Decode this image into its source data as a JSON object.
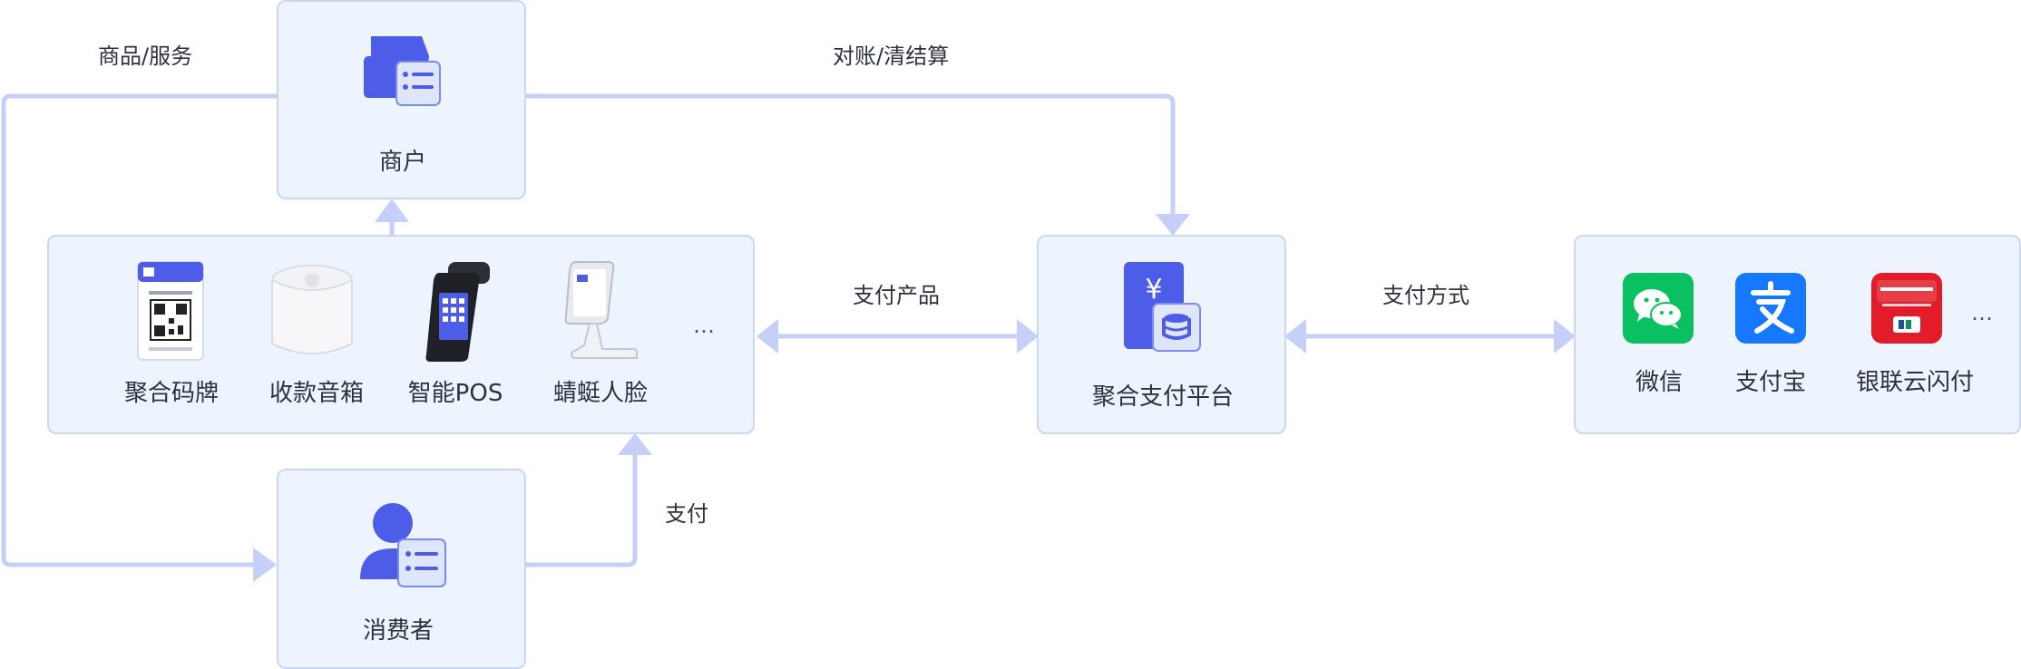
{
  "nodes": {
    "merchant": "商户",
    "consumer": "消费者",
    "platform": "聚合支付平台"
  },
  "devices": {
    "items": [
      "聚合码牌",
      "收款音箱",
      "智能POS",
      "蜻蜓人脸"
    ],
    "more": "…"
  },
  "methods": {
    "items": [
      "微信",
      "支付宝",
      "银联云闪付"
    ],
    "more": "…"
  },
  "edges": {
    "goods_service": "商品/服务",
    "reconcile": "对账/清结算",
    "pay_products": "支付产品",
    "pay_methods": "支付方式",
    "pay": "支付"
  },
  "colors": {
    "line": "#c5cff7",
    "accent": "#4d5de8",
    "wechat": "#09c160",
    "alipay": "#1677ff",
    "unionpay": "#e31c2a"
  },
  "icons": {
    "merchant": "store-icon",
    "consumer": "user-icon",
    "platform": "payment-terminal-icon",
    "qr_sign": "qr-code-sign-icon",
    "speaker": "speaker-icon",
    "pos": "pos-terminal-icon",
    "face": "face-pay-terminal-icon",
    "wechat": "wechat-icon",
    "alipay": "alipay-icon",
    "unionpay": "unionpay-icon"
  }
}
